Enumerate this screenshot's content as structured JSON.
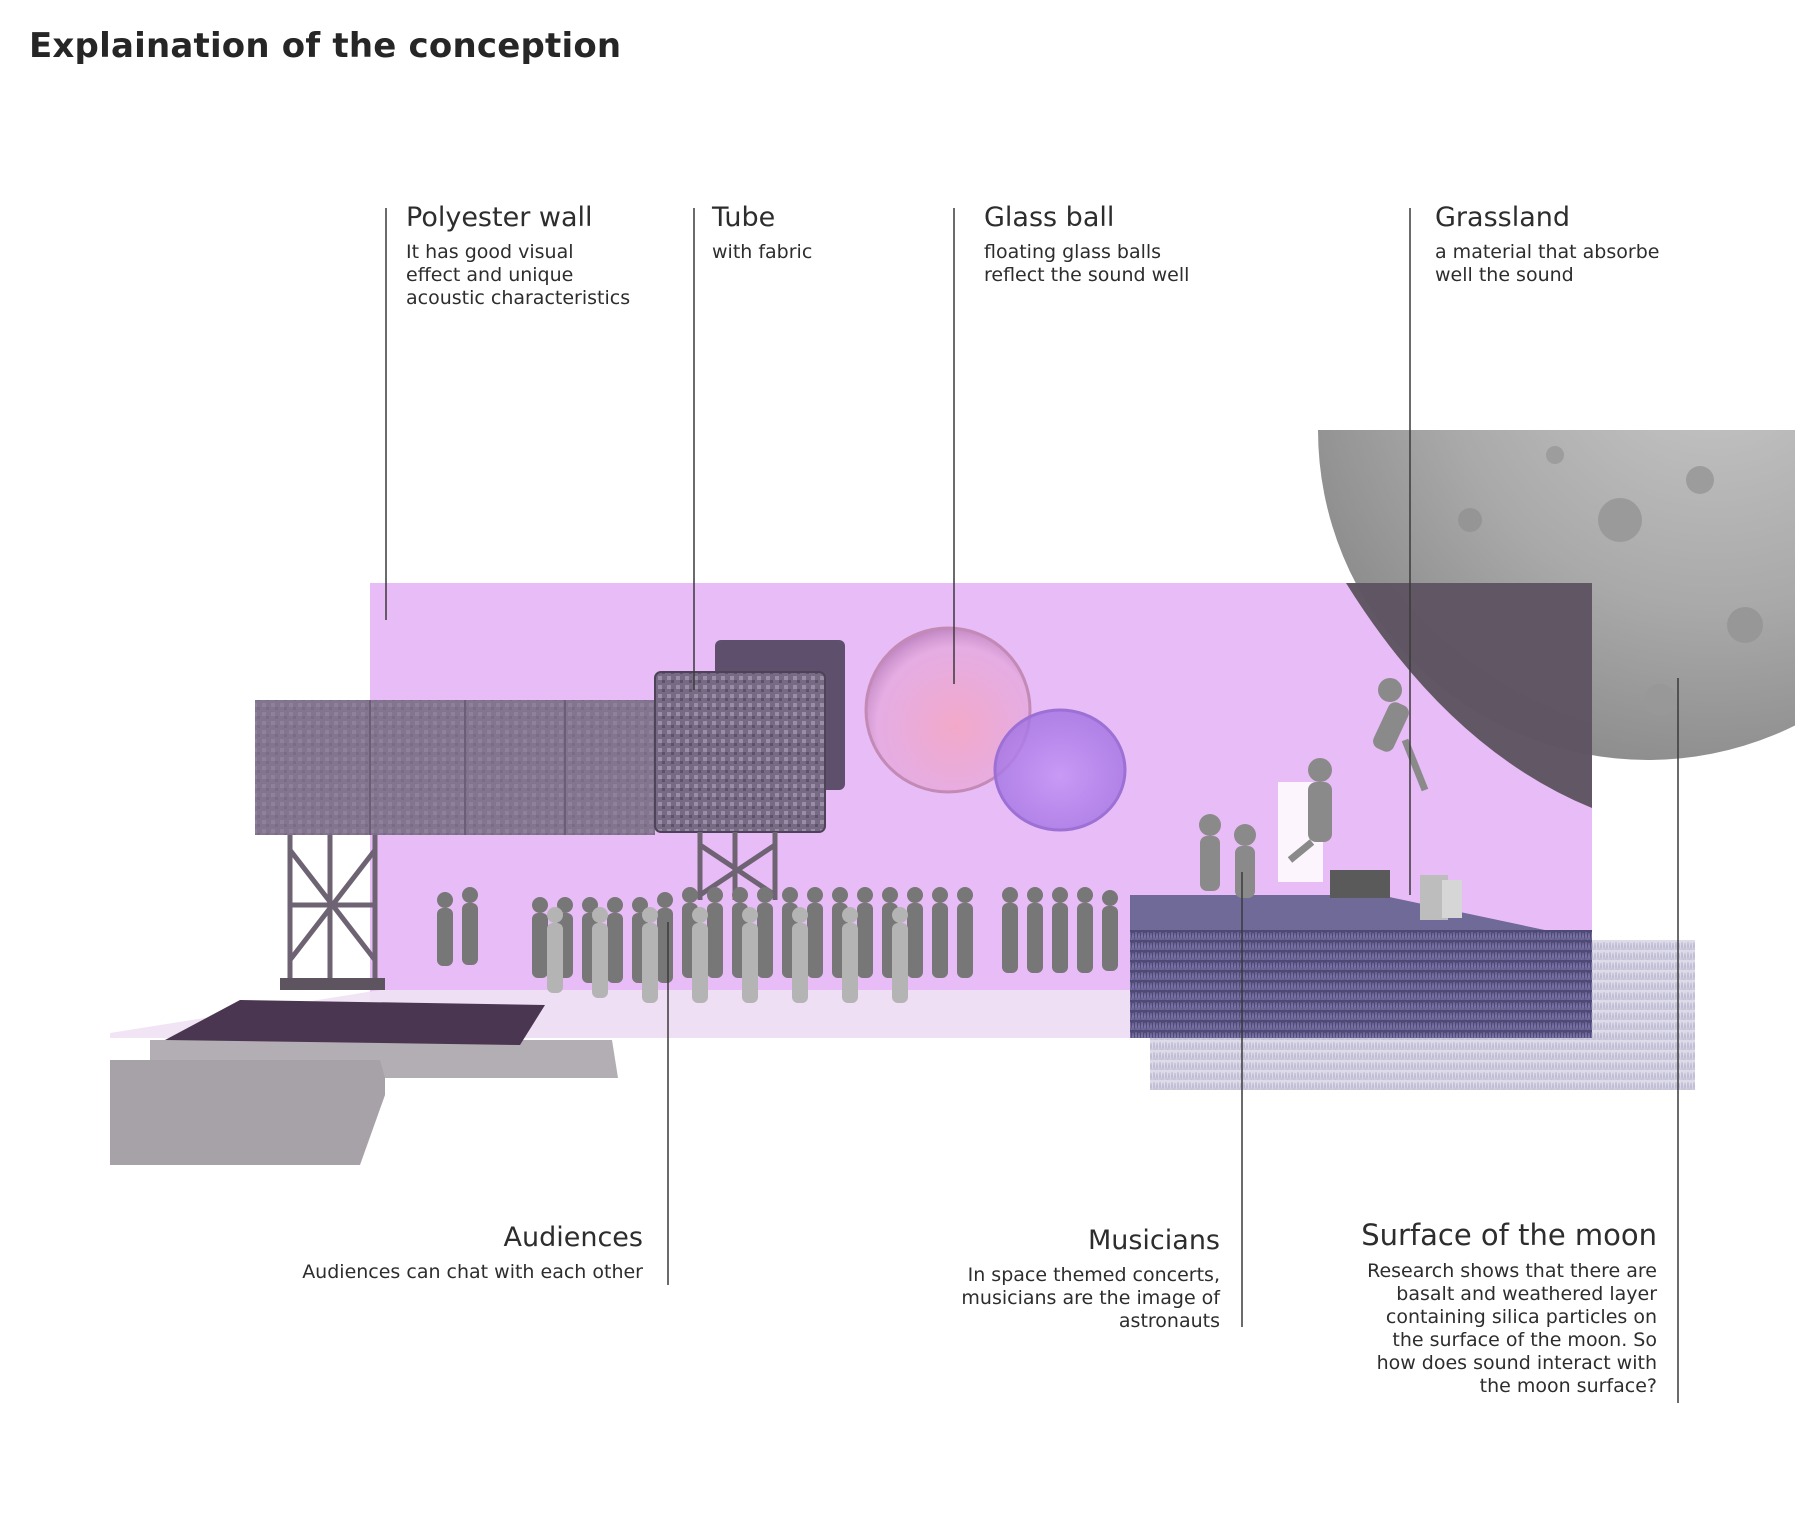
{
  "title": "Explaination of the conception",
  "labels": {
    "polyester": {
      "heading": "Polyester wall",
      "lines": [
        "It has good visual",
        "effect and unique",
        "acoustic characteristics"
      ]
    },
    "tube": {
      "heading": "Tube",
      "lines": [
        "with fabric"
      ]
    },
    "glass": {
      "heading": "Glass ball",
      "lines": [
        "floating glass balls",
        "reflect the sound well"
      ]
    },
    "grass": {
      "heading": "Grassland",
      "lines": [
        "a material that absorbe",
        "well the sound"
      ]
    },
    "audiences": {
      "heading": "Audiences",
      "lines": [
        "Audiences can chat with each other"
      ]
    },
    "musicians": {
      "heading": "Musicians",
      "lines": [
        "In space themed concerts,",
        "musicians are the image of",
        "astronauts"
      ]
    },
    "moon": {
      "heading": "Surface of the moon",
      "lines": [
        "Research shows that there are",
        "basalt and weathered layer",
        "containing silica particles on",
        "the surface of the moon. So",
        "how does sound interact with",
        "the moon surface?"
      ]
    }
  },
  "colors": {
    "wall": "#e6b6f6",
    "tube": "#7b6a86",
    "grass": "#545079",
    "moon": "#8f8f8f",
    "glass_pink": "#f2a9c9",
    "glass_violet": "#b88cf0",
    "floor_grey": "#a8a2a8"
  },
  "icons": {
    "truss": "truss-icon",
    "audience": "audience-figure-icon",
    "astronaut": "astronaut-figure-icon",
    "moon": "moon-icon"
  }
}
